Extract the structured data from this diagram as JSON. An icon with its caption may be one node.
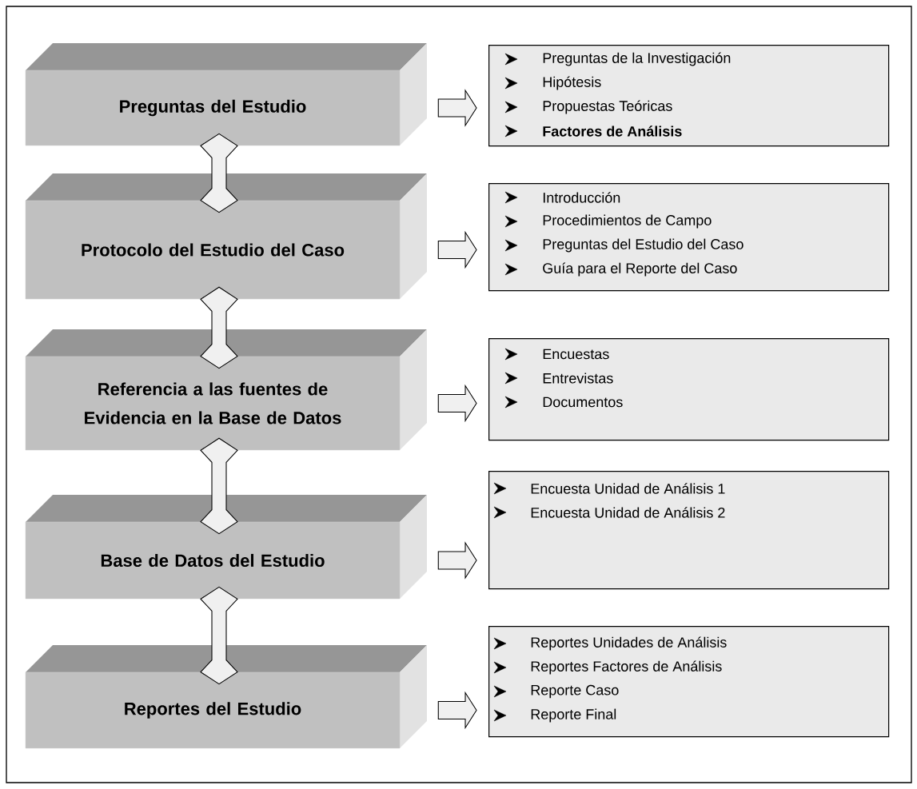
{
  "diagram": {
    "nodes": [
      {
        "text": [
          "Preguntas del Estudio"
        ]
      },
      {
        "text": [
          "Preguntas de la Investigación",
          "Hipótesis",
          "Propuestas Teóricas",
          "Factores de Análisis"
        ]
      },
      {
        "text": [
          "Protocolo  del Estudio del Caso"
        ]
      },
      {
        "text": [
          "Introducción",
          "Procedimientos de Campo",
          "Preguntas del Estudio del Caso",
          "Guía para el Reporte del Caso"
        ]
      },
      {
        "text": [
          "Referencia a las fuentes de Evidencia en la Base de Datos"
        ]
      },
      {
        "text": [
          "Encuestas",
          "Entrevistas",
          "Documentos"
        ]
      },
      {
        "text": [
          "Base de Datos del Estudio"
        ]
      },
      {
        "text": [
          "Encuesta Unidad de Análisis 1",
          "Encuesta Unidad de Análisis 2"
        ]
      },
      {
        "text": [
          "Reportes  del Estudio"
        ]
      },
      {
        "text": [
          "Reportes Unidades de Análisis",
          "Reportes Factores de Análisis",
          "Reporte Caso",
          "Reporte Final"
        ]
      }
    ],
    "edges": [
      {
        "from": 0,
        "to": 1,
        "arrow": "to"
      },
      {
        "from": 2,
        "to": 3,
        "arrow": "to"
      },
      {
        "from": 4,
        "to": 5,
        "arrow": "to"
      },
      {
        "from": 6,
        "to": 7,
        "arrow": "to"
      },
      {
        "from": 8,
        "to": 9,
        "arrow": "to"
      },
      {
        "from": 0,
        "to": 2,
        "arrow": "both"
      },
      {
        "from": 2,
        "to": 4,
        "arrow": "both"
      },
      {
        "from": 4,
        "to": 6,
        "arrow": "both"
      },
      {
        "from": 6,
        "to": 8,
        "arrow": "both"
      }
    ]
  }
}
